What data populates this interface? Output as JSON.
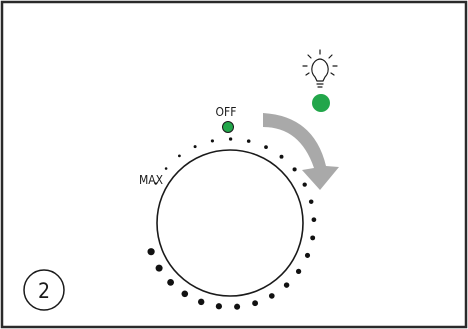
{
  "dial": {
    "off_label": "OFF",
    "max_label": "MAX"
  },
  "step": {
    "number": "2"
  },
  "colors": {
    "border": "#2a2a2a",
    "indicator_green": "#22a64a",
    "arrow_gray": "#a9a9a9",
    "dot_black": "#111111"
  },
  "icons": {
    "bulb": "light-bulb-icon",
    "arrow": "clockwise-arrow-icon"
  }
}
